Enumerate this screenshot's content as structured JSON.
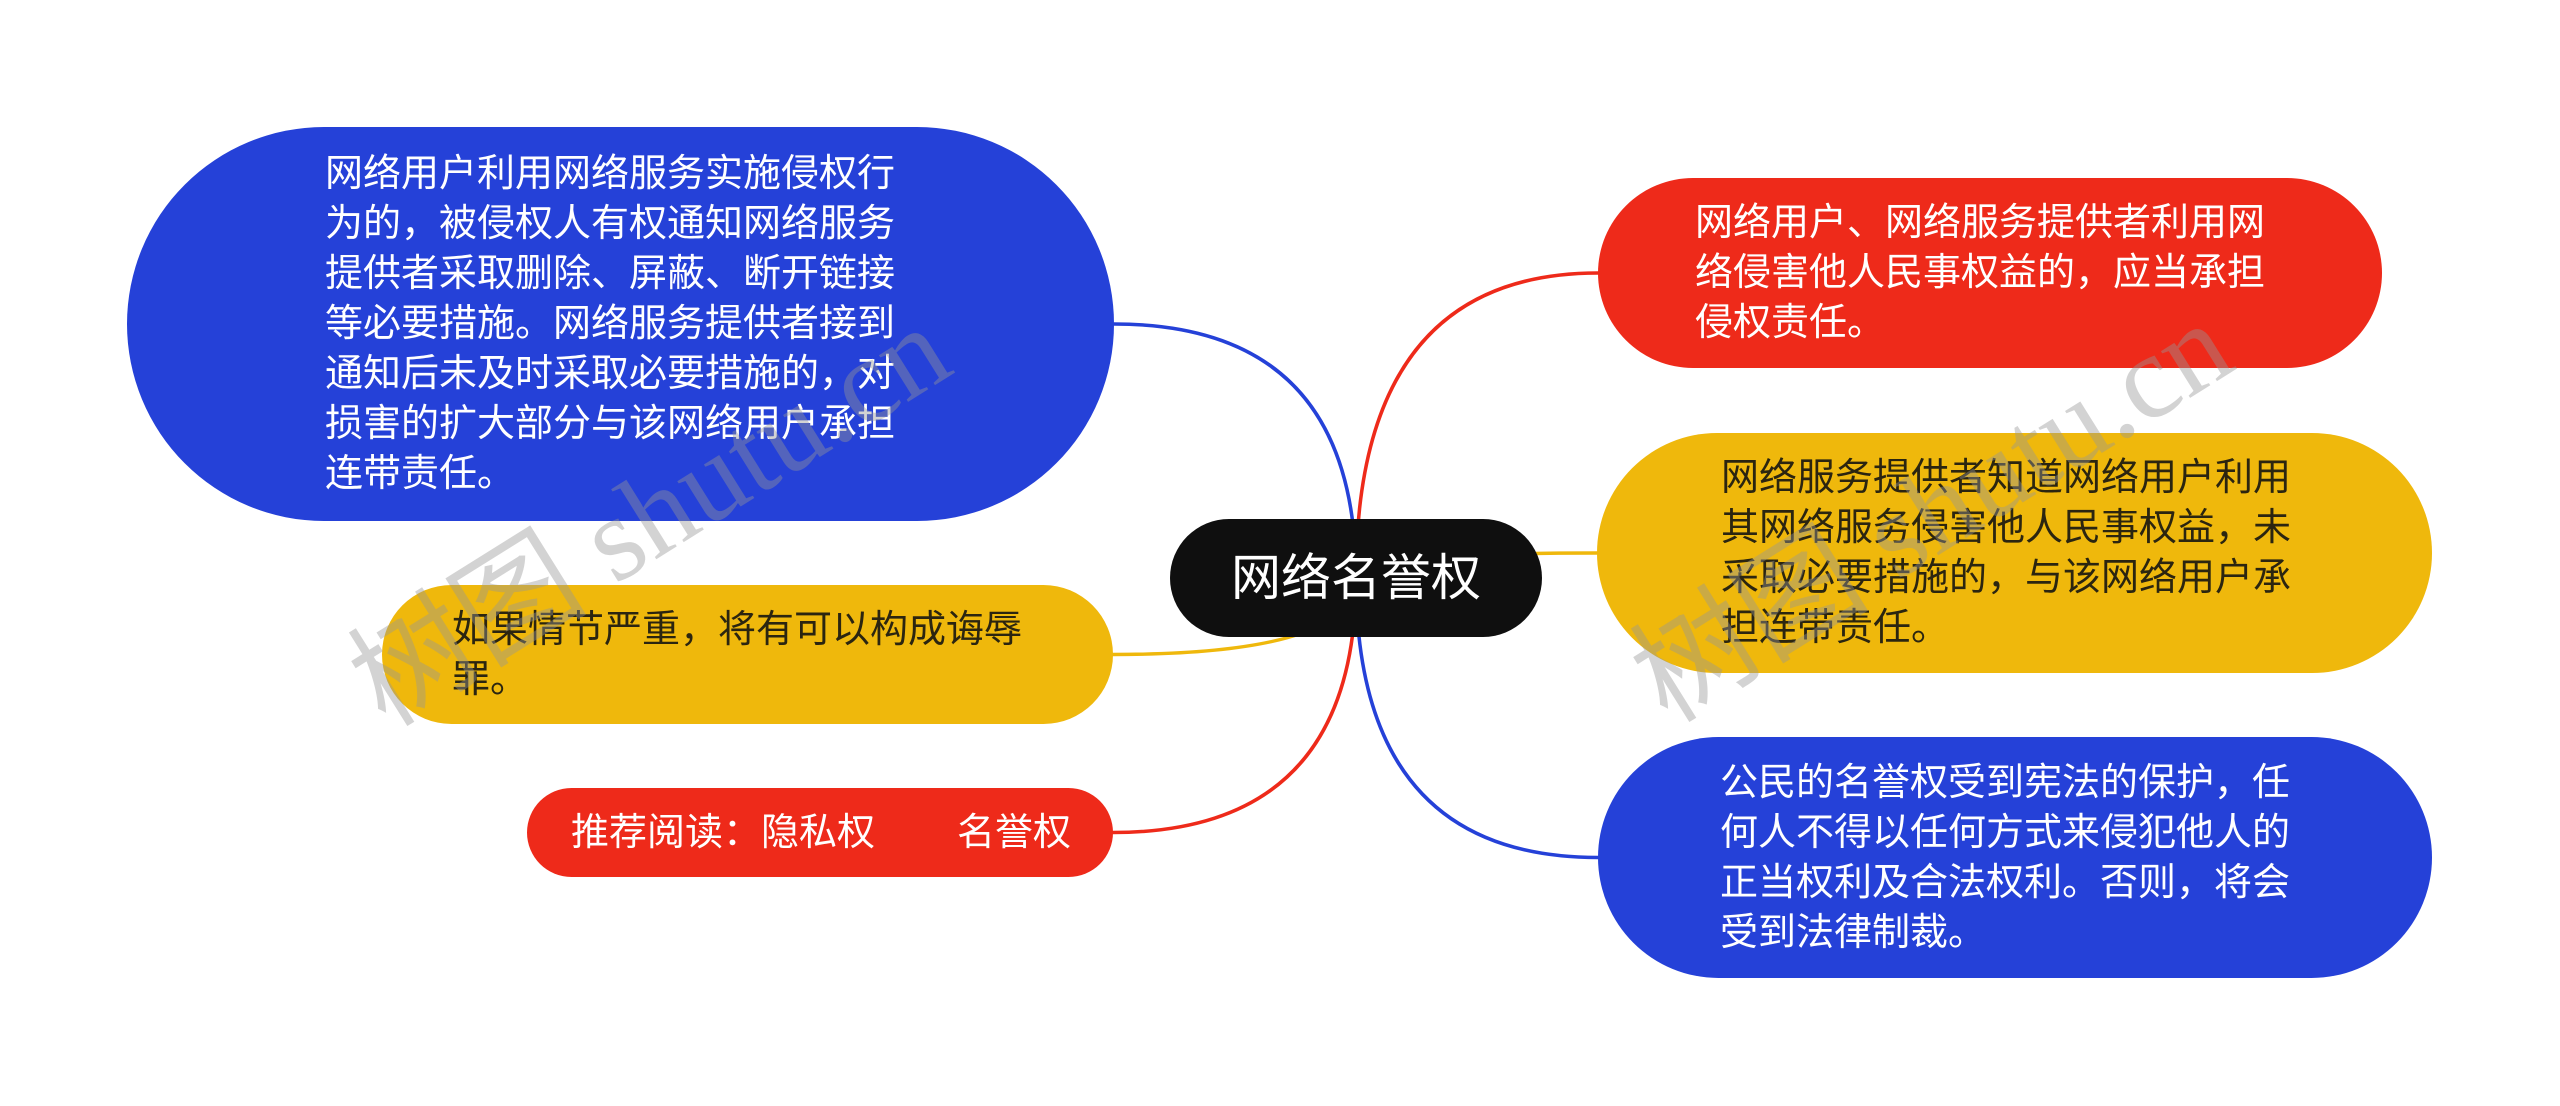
{
  "canvas": {
    "background": "#ffffff"
  },
  "root": {
    "label": "网络名誉权",
    "color": "#0f0f0f",
    "text_color": "#ffffff"
  },
  "branches": [
    {
      "id": "network-service-notice",
      "color": "#2541d8",
      "text_color": "#ffffff",
      "lines": [
        "网络用户利用网络服务实施侵权行",
        "为的，被侵权人有权通知网络服务",
        "提供者采取删除、屏蔽、断开链接",
        "等必要措施。网络服务提供者接到",
        "通知后未及时采取必要措施的，对",
        "损害的扩大部分与该网络用户承担",
        "连带责任。"
      ]
    },
    {
      "id": "serious-insult-crime",
      "color": "#efb80c",
      "text_color": "#2b2510",
      "lines": [
        "如果情节严重，将有可以构成诲辱",
        "罪。"
      ]
    },
    {
      "id": "recommended-reading",
      "color": "#ee2a1a",
      "text_color": "#ffffff",
      "prefix": "推荐阅读：",
      "links": [
        {
          "label": "隐私权"
        },
        {
          "label": "名誉权"
        }
      ]
    },
    {
      "id": "tort-liability",
      "color": "#ee2a1a",
      "text_color": "#ffffff",
      "lines": [
        "网络用户、网络服务提供者利用网",
        "络侵害他人民事权益的，应当承担",
        "侵权责任。"
      ]
    },
    {
      "id": "joint-liability",
      "color": "#efb80c",
      "text_color": "#2b2510",
      "lines": [
        "网络服务提供者知道网络用户利用",
        "其网络服务侵害他人民事权益，未",
        "采取必要措施的，与该网络用户承",
        "担连带责任。"
      ]
    },
    {
      "id": "constitutional-protection",
      "color": "#2541d8",
      "text_color": "#ffffff",
      "lines": [
        "公民的名誉权受到宪法的保护，任",
        "何人不得以任何方式来侵犯他人的",
        "正当权利及合法权利。否则，将会",
        "受到法律制裁。"
      ]
    }
  ],
  "watermark": {
    "text": "树图 shutu.cn"
  }
}
